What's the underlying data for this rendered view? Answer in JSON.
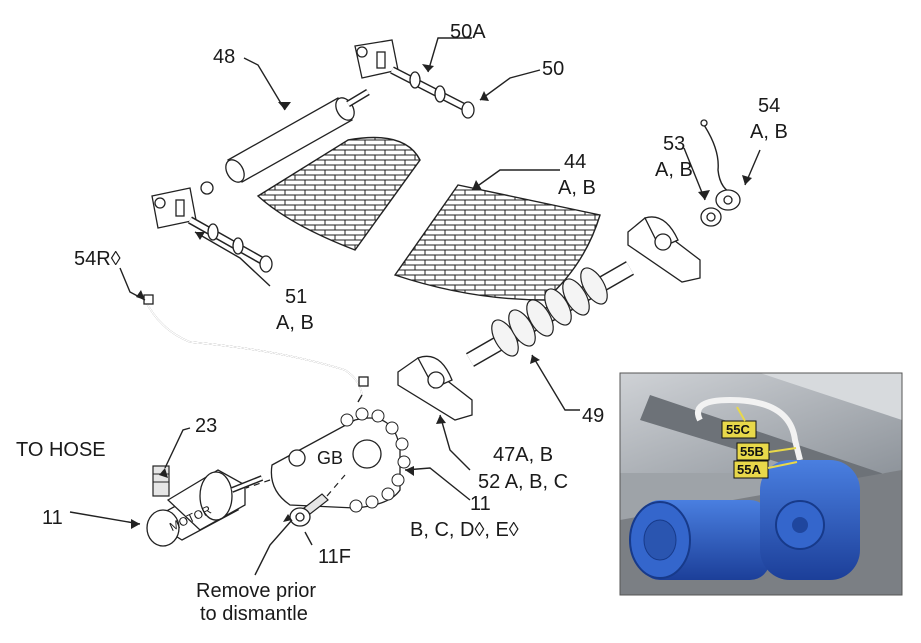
{
  "labels": {
    "l48": "48",
    "l50a": "50A",
    "l50": "50",
    "l44": "44",
    "l44ab": "A, B",
    "l53": "53",
    "l53ab": "A, B",
    "l54": "54",
    "l54ab": "A, B",
    "l54r": "54R◊",
    "l51": "51",
    "l51ab": "A, B",
    "l49": "49",
    "l47": "47A, B",
    "l52": "52 A, B, C",
    "l23": "23",
    "to_hose": "TO HOSE",
    "l11_left": "11",
    "l11_right": "11",
    "l11_sub": "B, C, D◊, E◊",
    "l11f": "11F",
    "remove1": "Remove prior",
    "remove2": "to dismantle",
    "gb": "GB",
    "motor": "MOTOR"
  },
  "photo": {
    "l55c": "55C",
    "l55b": "55B",
    "l55a": "55A",
    "label_color": "#e8d84a",
    "motor_color": "#2c5ec4"
  }
}
